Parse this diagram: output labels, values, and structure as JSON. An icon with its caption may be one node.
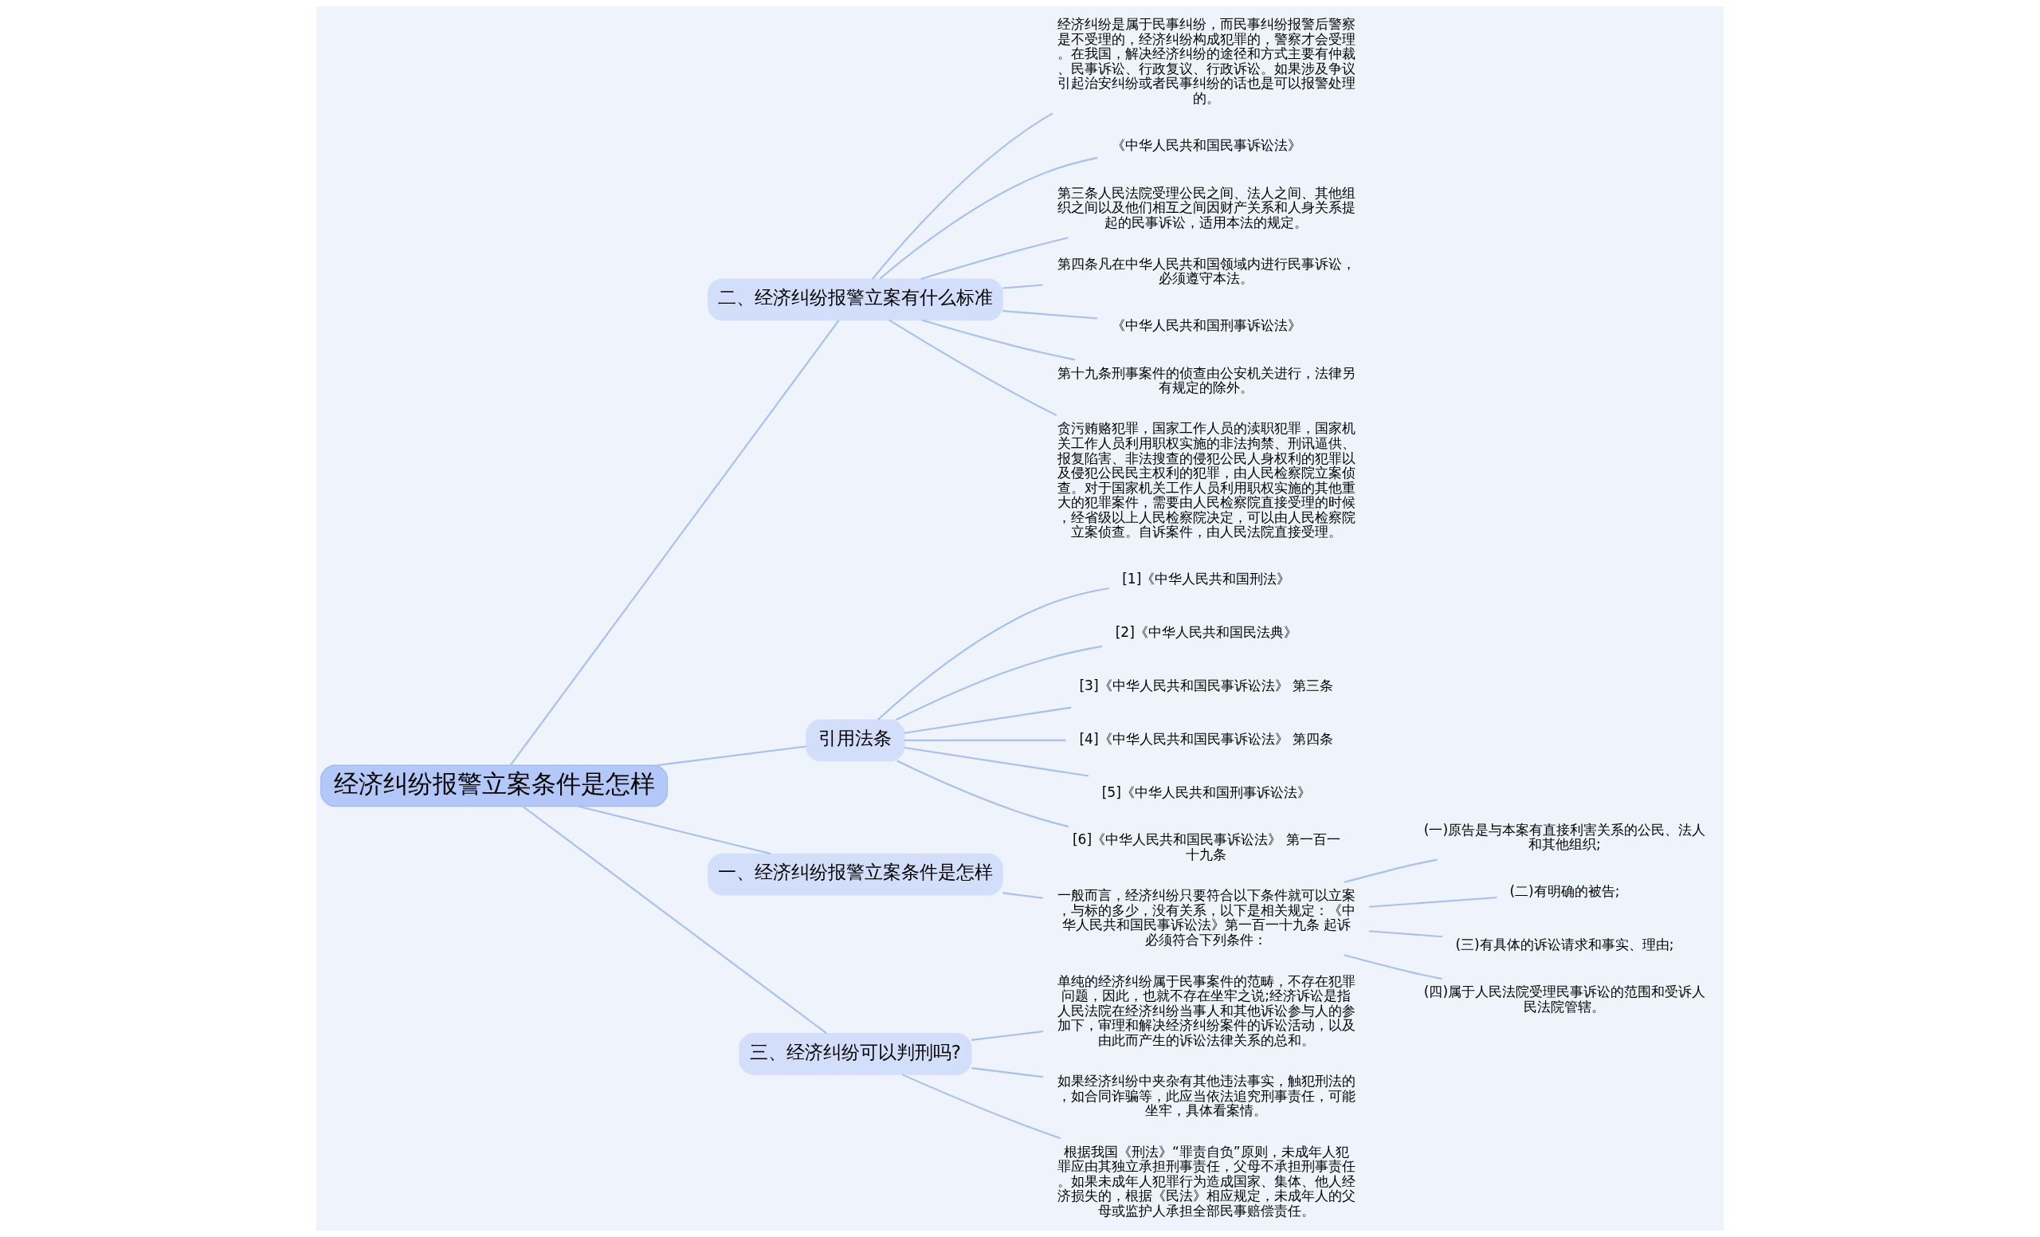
{
  "diagram": {
    "nodes": [
      {
        "text": [
          "经济纠纷报警立案条件是怎样"
        ]
      },
      {
        "text": [
          "二、经济纠纷报警立案有什么标准"
        ]
      },
      {
        "text": [
          "经济纠纷是属于民事纠纷，而民事纠纷报警后警察是不受理的，经济纠纷构成犯罪的，警察才会受理。在我国，解决经济纠纷的途径和方式主要有仲裁、民事诉讼、行政复议、行政诉讼。如果涉及争议引起治安纠纷或者民事纠纷的话也是可以报警处理的。"
        ]
      },
      {
        "text": [
          "《中华人民共和国民事诉讼法》"
        ]
      },
      {
        "text": [
          "第三条人民法院受理公民之间、法人之间、其他组织之间以及他们相互之间因财产关系和人身关系提起的民事诉讼，适用本法的规定。"
        ]
      },
      {
        "text": [
          "第四条凡在中华人民共和国领域内进行民事诉讼，必须遵守本法。"
        ]
      },
      {
        "text": [
          "《中华人民共和国刑事诉讼法》"
        ]
      },
      {
        "text": [
          "第十九条刑事案件的侦查由公安机关进行，法律另有规定的除外。"
        ]
      },
      {
        "text": [
          "贪污贿赂犯罪，国家工作人员的渎职犯罪，国家机关工作人员利用职权实施的非法拘禁、刑讯逼供、报复陷害、非法搜查的侵犯公民人身权利的犯罪以及侵犯公民民主权利的犯罪，由人民检察院立案侦查。对于国家机关工作人员利用职权实施的其他重大的犯罪案件，需要由人民检察院直接受理的时候，经省级以上人民检察院决定，可以由人民检察院立案侦查。自诉案件，由人民法院直接受理。"
        ]
      },
      {
        "text": [
          "引用法条"
        ]
      },
      {
        "text": [
          "[1]《中华人民共和国刑法》"
        ]
      },
      {
        "text": [
          "[2]《中华人民共和国民法典》"
        ]
      },
      {
        "text": [
          "[3]《中华人民共和国民事诉讼法》 第三条"
        ]
      },
      {
        "text": [
          "[4]《中华人民共和国民事诉讼法》 第四条"
        ]
      },
      {
        "text": [
          "[5]《中华人民共和国刑事诉讼法》"
        ]
      },
      {
        "text": [
          "[6]《中华人民共和国民事诉讼法》 第一百一十九条"
        ]
      },
      {
        "text": [
          "一、经济纠纷报警立案条件是怎样"
        ]
      },
      {
        "text": [
          "一般而言，经济纠纷只要符合以下条件就可以立案，与标的多少，没有关系，以下是相关规定：《中华人民共和国民事诉讼法》第一百一十九条 起诉必须符合下列条件："
        ]
      },
      {
        "text": [
          "(一)原告是与本案有直接利害关系的公民、法人和其他组织;"
        ]
      },
      {
        "text": [
          "(二)有明确的被告;"
        ]
      },
      {
        "text": [
          "(三)有具体的诉讼请求和事实、理由;"
        ]
      },
      {
        "text": [
          "(四)属于人民法院受理民事诉讼的范围和受诉人民法院管辖。"
        ]
      },
      {
        "text": [
          "三、经济纠纷可以判刑吗?"
        ]
      },
      {
        "text": [
          "单纯的经济纠纷属于民事案件的范畴，不存在犯罪问题，因此，也就不存在坐牢之说;经济诉讼是指人民法院在经济纠纷当事人和其他诉讼参与人的参加下，审理和解决经济纠纷案件的诉讼活动，以及由此而产生的诉讼法律关系的总和。"
        ]
      },
      {
        "text": [
          "如果经济纠纷中夹杂有其他违法事实，触犯刑法的，如合同诈骗等，此应当依法追究刑事责任，可能坐牢，具体看案情。"
        ]
      },
      {
        "text": [
          "根据我国《刑法》“罪责自负”原则，未成年人犯罪应由其独立承担刑事责任，父母不承担刑事责任。如果未成年人犯罪行为造成国家、集体、他人经济损失的，根据《民法》相应规定，未成年人的父母或监护人承担全部民事赔偿责任。"
        ]
      }
    ],
    "edges": [
      {
        "from": 0,
        "to": 1,
        "arrow": "none"
      },
      {
        "from": 1,
        "to": 2,
        "arrow": "none"
      },
      {
        "from": 1,
        "to": 3,
        "arrow": "none"
      },
      {
        "from": 1,
        "to": 4,
        "arrow": "none"
      },
      {
        "from": 1,
        "to": 5,
        "arrow": "none"
      },
      {
        "from": 1,
        "to": 6,
        "arrow": "none"
      },
      {
        "from": 1,
        "to": 7,
        "arrow": "none"
      },
      {
        "from": 1,
        "to": 8,
        "arrow": "none"
      },
      {
        "from": 0,
        "to": 9,
        "arrow": "none"
      },
      {
        "from": 9,
        "to": 10,
        "arrow": "none"
      },
      {
        "from": 9,
        "to": 11,
        "arrow": "none"
      },
      {
        "from": 9,
        "to": 12,
        "arrow": "none"
      },
      {
        "from": 9,
        "to": 13,
        "arrow": "none"
      },
      {
        "from": 9,
        "to": 14,
        "arrow": "none"
      },
      {
        "from": 9,
        "to": 15,
        "arrow": "none"
      },
      {
        "from": 0,
        "to": 16,
        "arrow": "none"
      },
      {
        "from": 16,
        "to": 17,
        "arrow": "none"
      },
      {
        "from": 17,
        "to": 18,
        "arrow": "none"
      },
      {
        "from": 17,
        "to": 19,
        "arrow": "none"
      },
      {
        "from": 17,
        "to": 20,
        "arrow": "none"
      },
      {
        "from": 17,
        "to": 21,
        "arrow": "none"
      },
      {
        "from": 0,
        "to": 22,
        "arrow": "none"
      },
      {
        "from": 22,
        "to": 23,
        "arrow": "none"
      },
      {
        "from": 22,
        "to": 24,
        "arrow": "none"
      },
      {
        "from": 22,
        "to": 25,
        "arrow": "none"
      }
    ]
  }
}
